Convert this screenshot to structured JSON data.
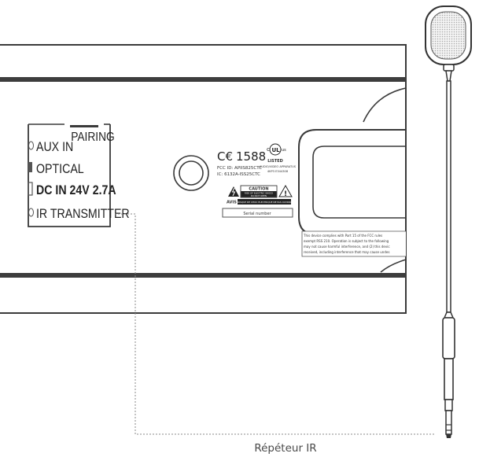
{
  "ports": {
    "pairing": "PAIRING",
    "aux_in": "AUX IN",
    "optical": "OPTICAL",
    "dc_in": "DC IN 24V 2.7A",
    "ir_transmitter": "IR TRANSMITTER"
  },
  "label": {
    "cert_number": "1588",
    "fcc_id": "FCC ID: APIIS825CTC",
    "ic_id": "IC: 6132A-ISS25CTC",
    "ul_listed": "LISTED",
    "ul_audio": "AUDIO/VIDEO APPARATUS",
    "ul_code": "4KP3 E344308",
    "caution_title": "CAUTION",
    "caution_line1": "RISK OF ELECTRIC SHOCK",
    "caution_line2": "DO NOT OPEN",
    "avis": "AVIS",
    "avis_text": "RISQUE DE CHOC ELECTRIQUE NE PAS OUVRIR",
    "serial": "Serial number",
    "fcc_notice": [
      "This device complies with Part 15 of the FCC rules",
      "exempt RSS 210. Operation is subject to the following",
      "may not cause harmful interference, and (2) this devic",
      "received, including interference that may cause undes"
    ]
  },
  "callout": {
    "repeater": "Répéteur IR"
  },
  "colors": {
    "stroke": "#3a3a3a",
    "dark_band": "#3d3d3d",
    "leader": "#8a8a8a"
  }
}
